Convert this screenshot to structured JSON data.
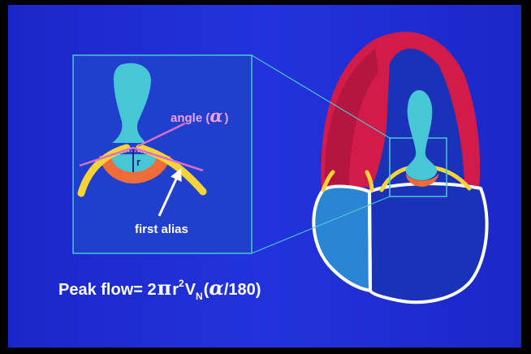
{
  "labels": {
    "angle": "angle (",
    "alpha": "α",
    "angle_close": ")",
    "radius": "r",
    "first_alias": "first alias"
  },
  "formula": {
    "lead": "Peak flow= 2",
    "pi": "π",
    "r": "r",
    "exp": "2",
    "v": "V",
    "sub": "N",
    "open": "(",
    "alpha": "α",
    "tail": "/180)"
  },
  "colors": {
    "slide_background": "#1f2fd6",
    "frame": "#000000",
    "myocardium": "#d21b49",
    "chamber": "#2a86d4",
    "jet": "#47c7d6",
    "proximal_shell": "#ee6b3a",
    "leaflet": "#f6d337",
    "outline": "#ffffff",
    "angle_line": "#d870c8",
    "angle_text": "#f0a0e0"
  }
}
